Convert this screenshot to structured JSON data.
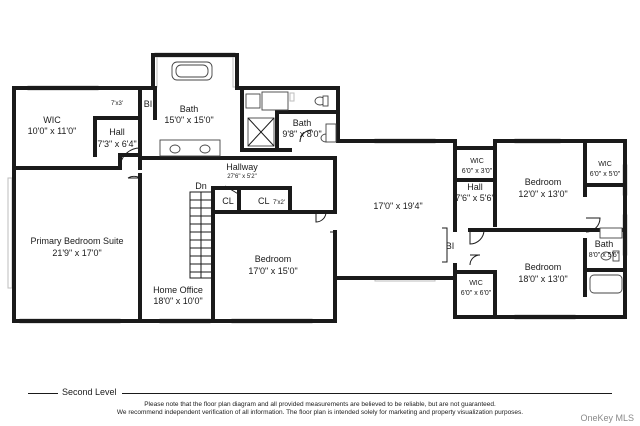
{
  "plan": {
    "rooms": {
      "wic_left": {
        "name": "WIC",
        "dims": "10'0\" x 11'0\""
      },
      "closet_top": {
        "dims": "7'x3'"
      },
      "bi_top": {
        "name": "BI"
      },
      "bath_primary": {
        "name": "Bath",
        "dims": "15'0\" x 15'0\""
      },
      "hall_left": {
        "name": "Hall",
        "dims": "7'3\" x 6'4\""
      },
      "bath_small": {
        "name": "Bath",
        "dims": "9'8\" x 8'0\""
      },
      "primary_suite": {
        "name": "Primary Bedroom Suite",
        "dims": "21'9\" x 17'0\""
      },
      "hallway": {
        "name": "Hallway",
        "dims": "27'6\" x 5'2\""
      },
      "stair": {
        "name": "Dn"
      },
      "cl_a": {
        "name": "CL"
      },
      "cl_b": {
        "name": "CL",
        "dims": "7'x2'"
      },
      "bedroom_center": {
        "name": "Bedroom",
        "dims": "17'0\" x 15'0\""
      },
      "home_office": {
        "name": "Home Office",
        "dims": "18'0\" x 10'0\""
      },
      "open_room": {
        "dims": "17'0\" x 19'4\""
      },
      "wic_right_top": {
        "name": "WIC",
        "dims": "6'0\" x 3'0\""
      },
      "hall_right": {
        "name": "Hall",
        "dims": "7'6\" x 5'6\""
      },
      "bedroom_right_top": {
        "name": "Bedroom",
        "dims": "12'0\" x 13'0\""
      },
      "wic_far_right": {
        "name": "WIC",
        "dims": "6'0\" x 5'0\""
      },
      "bi_right": {
        "name": "BI"
      },
      "bath_right": {
        "name": "Bath",
        "dims": "8'0\" x 5'6\""
      },
      "bedroom_right_bottom": {
        "name": "Bedroom",
        "dims": "18'0\" x 13'0\""
      },
      "wic_right_bottom": {
        "name": "WIC",
        "dims": "6'0\" x 6'0\""
      }
    }
  },
  "footer": {
    "level": "Second Level",
    "disclaimer_1": "Please note that the floor plan diagram and all provided measurements are believed to be reliable, but are not guaranteed.",
    "disclaimer_2": "We recommend independent verification of all information. The floor plan is intended solely for marketing and property visualization purposes.",
    "brand": "OneKey MLS"
  }
}
